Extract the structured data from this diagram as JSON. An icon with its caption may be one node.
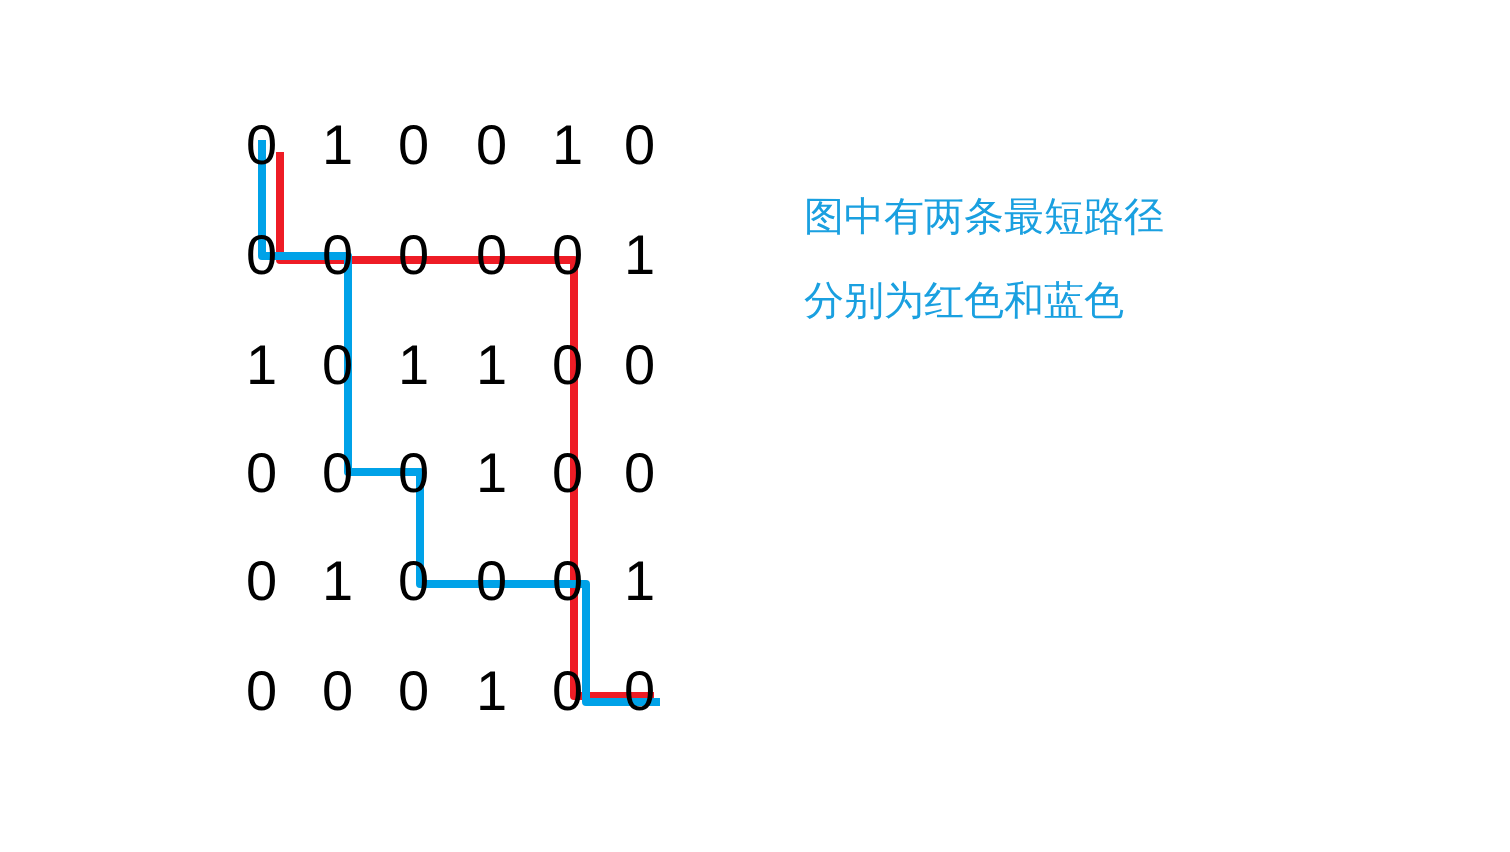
{
  "diagram": {
    "labels": [
      "0",
      "1",
      "0",
      "0",
      "1",
      "0",
      "0",
      "0",
      "0",
      "0",
      "0",
      "1",
      "1",
      "0",
      "1",
      "1",
      "0",
      "0",
      "0",
      "0",
      "0",
      "1",
      "0",
      "0",
      "0",
      "1",
      "0",
      "0",
      "0",
      "1",
      "0",
      "0",
      "0",
      "1",
      "0",
      "0",
      "图中有两条最短路径",
      "分别为红色和蓝色"
    ]
  }
}
